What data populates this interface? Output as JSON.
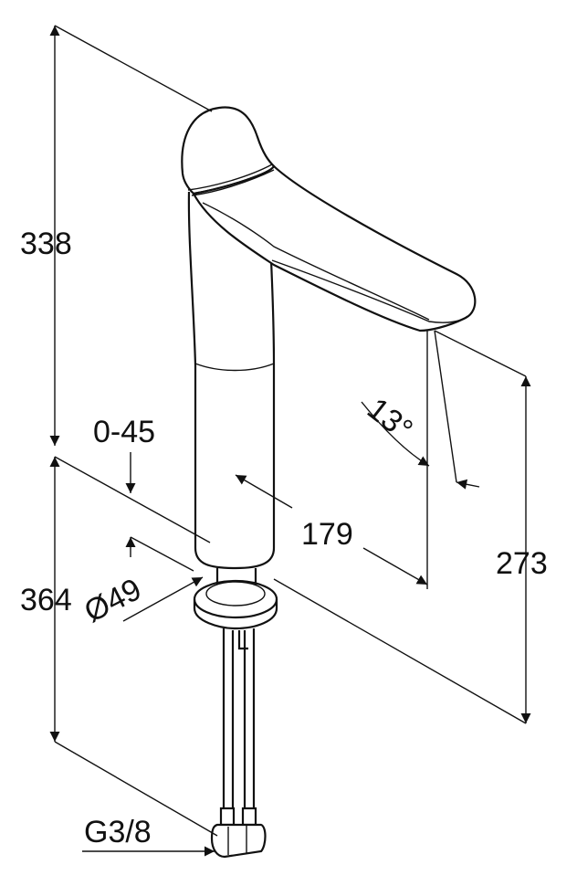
{
  "dimensions": {
    "total_height_upper": "338",
    "adjust_range": "0-45",
    "spout_reach": "179",
    "spout_height": "273",
    "diameter": "Ø49",
    "mount_length": "364",
    "angle": "13°",
    "connection": "G3/8"
  }
}
